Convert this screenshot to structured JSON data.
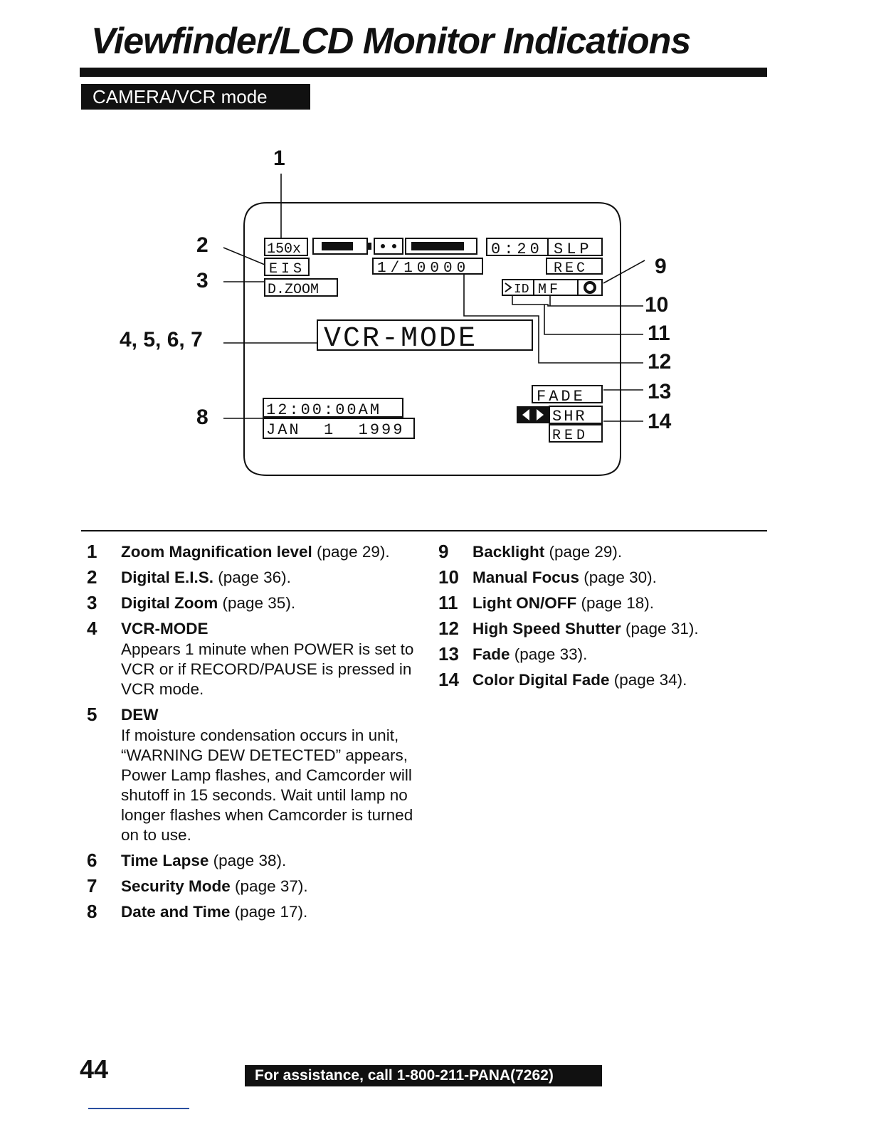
{
  "header": {
    "title": "Viewfinder/LCD Monitor Indications",
    "mode_badge": "CAMERA/VCR mode"
  },
  "diagram": {
    "callouts": [
      "1",
      "2",
      "3",
      "4, 5, 6, 7",
      "8",
      "9",
      "10",
      "11",
      "12",
      "13",
      "14"
    ],
    "screen": {
      "zoom": "150x",
      "eis": "EIS",
      "dzoom": "D.ZOOM",
      "shutter": "1/10000",
      "tape_time": "0:20",
      "tape_speed": "SLP",
      "rec": "REC",
      "light": "ID",
      "focus": "MF",
      "mode": "VCR-MODE",
      "fade": "FADE",
      "shr": "SHR",
      "red": "RED",
      "time": "12:00:00AM",
      "date": "JAN  1  1999"
    }
  },
  "descriptions": {
    "left": [
      {
        "num": "1",
        "term": "Zoom Magnification level",
        "ref": " (page 29).",
        "text": ""
      },
      {
        "num": "2",
        "term": "Digital E.I.S.",
        "ref": " (page 36).",
        "text": ""
      },
      {
        "num": "3",
        "term": "Digital Zoom",
        "ref": " (page 35).",
        "text": ""
      },
      {
        "num": "4",
        "term": "VCR-MODE",
        "ref": "",
        "text": "Appears 1 minute when POWER is set to VCR or if RECORD/PAUSE is pressed in VCR mode."
      },
      {
        "num": "5",
        "term": "DEW",
        "ref": "",
        "text": "If moisture condensation occurs in unit, “WARNING DEW DETECTED” appears, Power Lamp flashes, and Camcorder will shutoff in 15 seconds. Wait until lamp no longer flashes when Camcorder is turned on to use."
      },
      {
        "num": "6",
        "term": "Time Lapse",
        "ref": " (page 38).",
        "text": ""
      },
      {
        "num": "7",
        "term": "Security Mode",
        "ref": " (page 37).",
        "text": ""
      },
      {
        "num": "8",
        "term": "Date and Time",
        "ref": " (page 17).",
        "text": ""
      }
    ],
    "right": [
      {
        "num": "9",
        "term": "Backlight",
        "ref": " (page 29).",
        "text": ""
      },
      {
        "num": "10",
        "term": "Manual Focus",
        "ref": " (page 30).",
        "text": ""
      },
      {
        "num": "11",
        "term": "Light ON/OFF",
        "ref": " (page 18).",
        "text": ""
      },
      {
        "num": "12",
        "term": "High Speed Shutter",
        "ref": " (page 31).",
        "text": ""
      },
      {
        "num": "13",
        "term": "Fade",
        "ref": " (page 33).",
        "text": ""
      },
      {
        "num": "14",
        "term": "Color Digital Fade",
        "ref": " (page 34).",
        "text": ""
      }
    ]
  },
  "footer": {
    "page_number": "44",
    "assistance": "For assistance, call 1-800-211-PANA(7262)"
  }
}
